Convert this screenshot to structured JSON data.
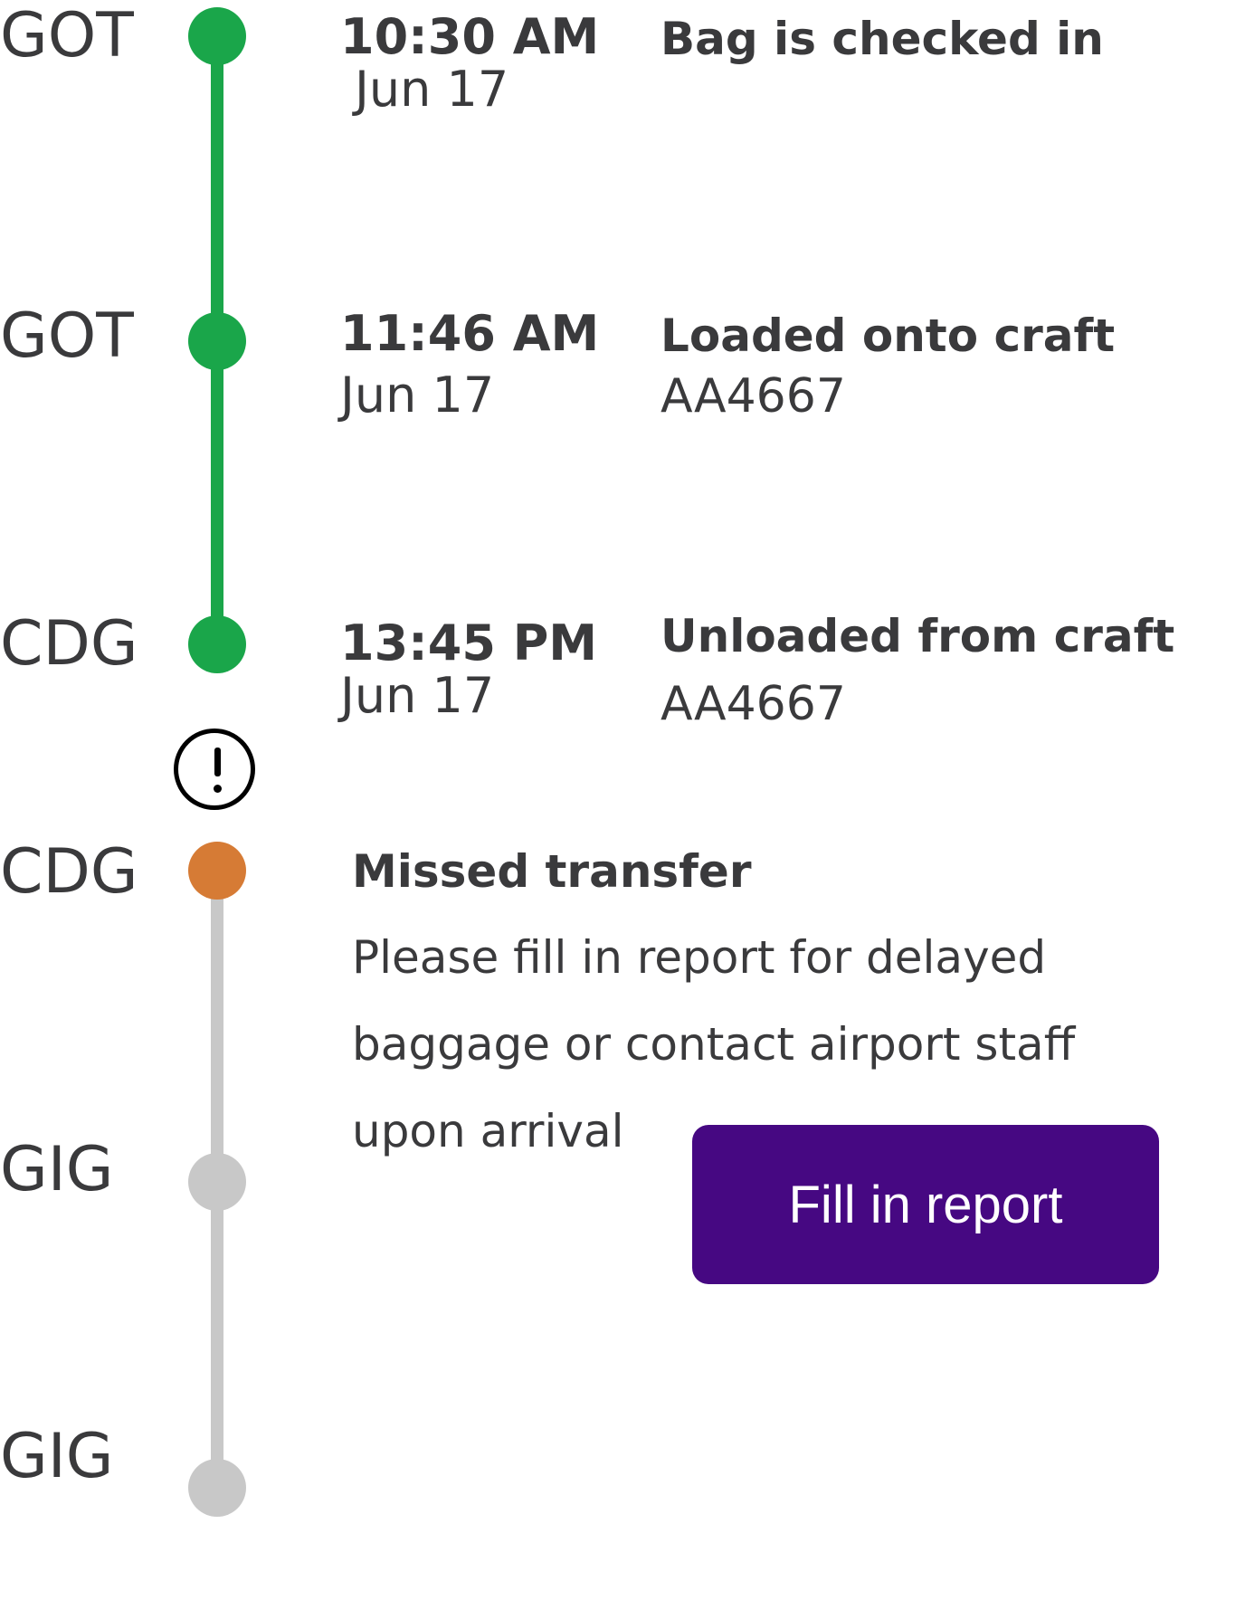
{
  "colors": {
    "completed": "#1aa64a",
    "warning": "#d67b35",
    "pending": "#c8c8c8",
    "button": "#460882",
    "text": "#3a3a3c"
  },
  "timeline": {
    "stops": [
      {
        "code": "GOT",
        "status": "completed",
        "time": "10:30 AM",
        "date": "Jun 17",
        "event": "Bag is checked in",
        "flight": ""
      },
      {
        "code": "GOT",
        "status": "completed",
        "time": "11:46 AM",
        "date": "Jun 17",
        "event": "Loaded onto craft",
        "flight": "AA4667"
      },
      {
        "code": "CDG",
        "status": "completed",
        "time": "13:45 PM",
        "date": "Jun 17",
        "event": "Unloaded from craft",
        "flight": "AA4667"
      },
      {
        "code": "CDG",
        "status": "warning"
      },
      {
        "code": "GIG",
        "status": "pending"
      },
      {
        "code": "GIG",
        "status": "pending"
      }
    ],
    "alert_icon": "exclamation-circle-icon"
  },
  "missed": {
    "title": "Missed transfer",
    "body": "Please fill in report for delayed baggage or contact airport staff upon arrival",
    "button_label": "Fill in report"
  }
}
